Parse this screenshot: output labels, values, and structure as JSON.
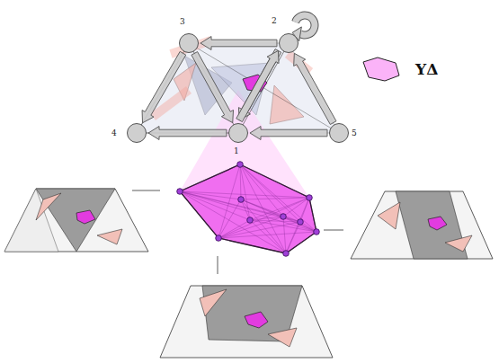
{
  "diagram": {
    "nodes": [
      {
        "text": [
          "3"
        ]
      },
      {
        "text": [
          "2"
        ]
      },
      {
        "text": [
          "4"
        ]
      },
      {
        "text": [
          "1"
        ]
      },
      {
        "text": [
          "5"
        ]
      }
    ],
    "edges": [
      {
        "from": 1,
        "to": 0,
        "arrow": "to"
      },
      {
        "from": 1,
        "to": 1,
        "arrow": "to"
      },
      {
        "from": 0,
        "to": 2,
        "arrow": "to"
      },
      {
        "from": 0,
        "to": 3,
        "arrow": "to"
      },
      {
        "from": 1,
        "to": 3,
        "arrow": "to"
      },
      {
        "from": 3,
        "to": 1,
        "arrow": "to"
      },
      {
        "from": 4,
        "to": 1,
        "arrow": "to"
      },
      {
        "from": 3,
        "to": 2,
        "arrow": "to"
      },
      {
        "from": 4,
        "to": 3,
        "arrow": "to"
      }
    ],
    "legend": [
      {
        "text": "YΔ"
      }
    ]
  }
}
